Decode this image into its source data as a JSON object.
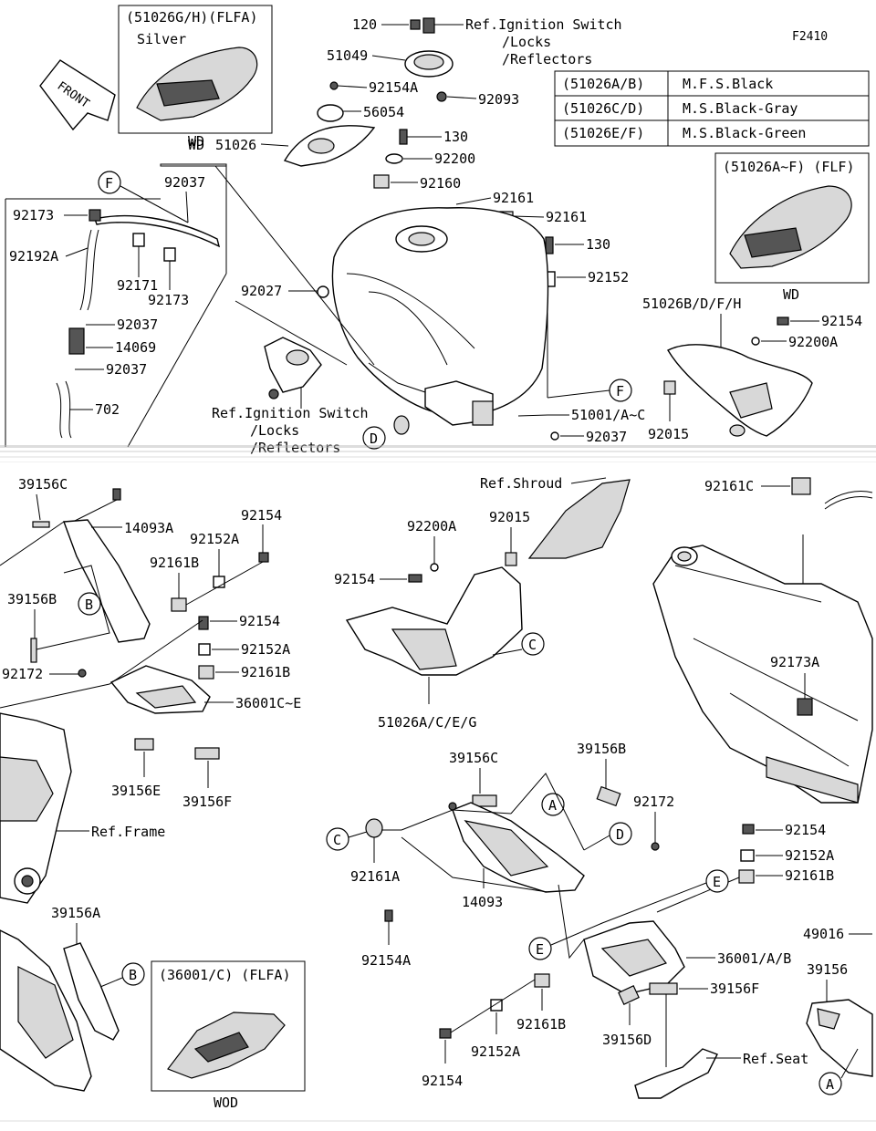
{
  "diagram": {
    "code": "F2410",
    "front_label": "FRONT",
    "variant_table": [
      {
        "code": "(51026A/B)",
        "color": "M.F.S.Black"
      },
      {
        "code": "(51026C/D)",
        "color": "M.S.Black-Gray"
      },
      {
        "code": "(51026E/F)",
        "color": "M.S.Black-Green"
      }
    ],
    "insets": {
      "flfa_silver": {
        "title": "(51026G/H)(FLFA)",
        "subtitle": "Silver",
        "tag": "WD"
      },
      "flf": {
        "title": "(51026A~F) (FLF)",
        "tag": "WD"
      },
      "c36001": {
        "title": "(36001/C) (FLFA)",
        "tag": "WOD"
      }
    },
    "callouts": {
      "A": "A",
      "B": "B",
      "C": "C",
      "D": "D",
      "E": "E",
      "F": "F"
    },
    "refs": {
      "ign_top_1": "Ref.Ignition Switch",
      "ign_top_2": "/Locks",
      "ign_top_3": "/Reflectors",
      "ign_mid_1": "Ref.Ignition Switch",
      "ign_mid_2": "/Locks",
      "ign_mid_3": "/Reflectors",
      "shroud": "Ref.Shroud",
      "frame": "Ref.Frame",
      "seat": "Ref.Seat"
    },
    "parts": {
      "p120": "120",
      "p51049": "51049",
      "p92154A_top": "92154A",
      "p92093": "92093",
      "p56054": "56054",
      "p51026": "51026",
      "p130_a": "130",
      "p92200": "92200",
      "p92160": "92160",
      "p92161_a": "92161",
      "p92161_b": "92161",
      "p130_b": "130",
      "p92152": "92152",
      "p92037_a": "92037",
      "p92173": "92173",
      "p92192A": "92192A",
      "p92171": "92171",
      "p92173_b": "92173",
      "p92037_b": "92037",
      "p14069": "14069",
      "p92037_c": "92037",
      "p702": "702",
      "p92027": "92027",
      "p51001": "51001/A~C",
      "p92037_d": "92037",
      "p51026BDFH": "51026B/D/F/H",
      "p92154_r": "92154",
      "p92200A_r": "92200A",
      "p92015_r": "92015",
      "p92161C": "92161C",
      "p39156C_l": "39156C",
      "p14093A": "14093A",
      "p92154_l1": "92154",
      "p92152A_l1": "92152A",
      "p92161B_l1": "92161B",
      "p39156B_l": "39156B",
      "p92154_l2": "92154",
      "p92152A_l2": "92152A",
      "p92161B_l2": "92161B",
      "p92172_l": "92172",
      "p36001CE": "36001C~E",
      "p39156E": "39156E",
      "p39156F_l": "39156F",
      "p92200A_m": "92200A",
      "p92015_m": "92015",
      "p92154_m": "92154",
      "p51026ACEG": "51026A/C/E/G",
      "p92173A": "92173A",
      "p39156C_m": "39156C",
      "p39156B_m": "39156B",
      "p92172_m": "92172",
      "p92161A": "92161A",
      "p14093": "14093",
      "p92154A_b": "92154A",
      "p92154_rb": "92154",
      "p92152A_rb": "92152A",
      "p92161B_rb": "92161B",
      "p49016": "49016",
      "p36001A": "36001/A/B",
      "p39156": "39156",
      "p39156F_b": "39156F",
      "p39156D": "39156D",
      "p92161B_b": "92161B",
      "p92152A_b": "92152A",
      "p92154_b": "92154",
      "p39156A": "39156A"
    }
  }
}
